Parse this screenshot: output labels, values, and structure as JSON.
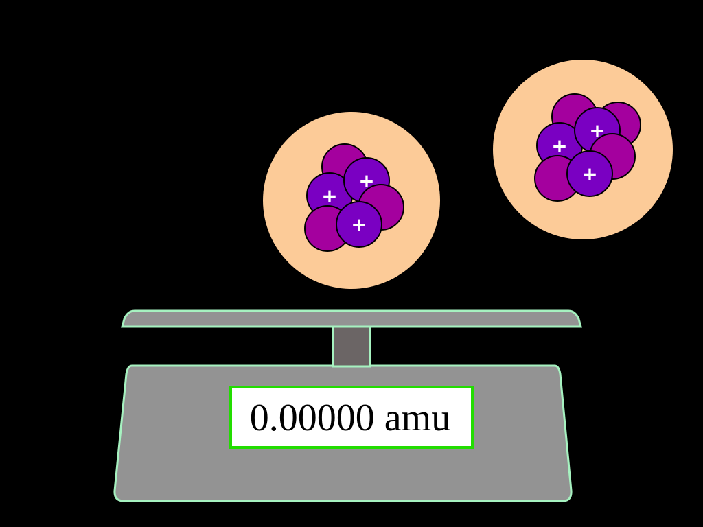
{
  "scale": {
    "readout": "0.00000 amu"
  },
  "particles": {
    "proton_symbol": "+"
  },
  "colors": {
    "background": "#000000",
    "atom_cloud": "#fccb98",
    "proton": "#7a00c2",
    "neutron": "#a4009e",
    "scale_body": "#939393",
    "scale_stem": "#6b6565",
    "scale_outline": "#a6f2c0",
    "display_border": "#22dd00",
    "display_fill": "#ffffff"
  },
  "atoms": [
    {
      "name": "left-atom",
      "nucleons": [
        {
          "kind": "neutron"
        },
        {
          "kind": "proton"
        },
        {
          "kind": "proton"
        },
        {
          "kind": "neutron"
        },
        {
          "kind": "neutron"
        },
        {
          "kind": "proton"
        }
      ]
    },
    {
      "name": "right-atom",
      "nucleons": [
        {
          "kind": "neutron"
        },
        {
          "kind": "neutron"
        },
        {
          "kind": "proton"
        },
        {
          "kind": "proton"
        },
        {
          "kind": "neutron"
        },
        {
          "kind": "neutron"
        },
        {
          "kind": "proton"
        }
      ]
    }
  ]
}
